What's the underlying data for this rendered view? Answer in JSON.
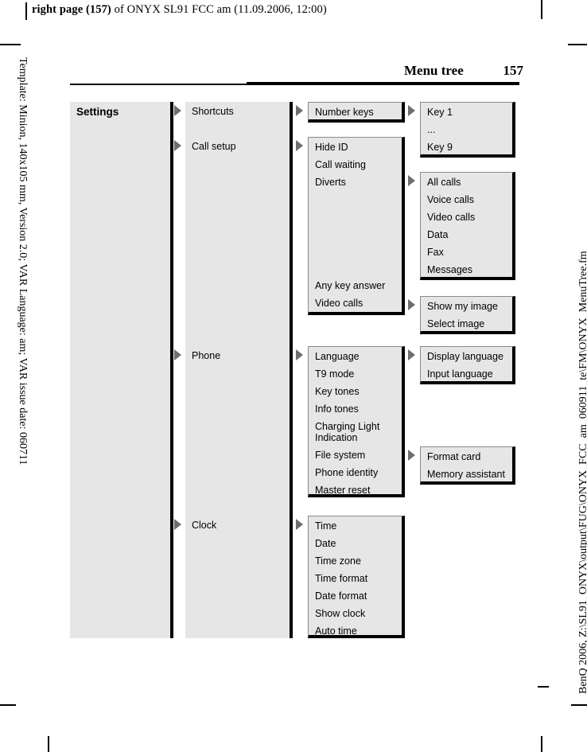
{
  "page": {
    "top_header_bold": "right page (157)",
    "top_header_rest": " of ONYX SL91 FCC am (11.09.2006, 12:00)",
    "left_margin_text": "Template: Minion, 140x105 mm, Version 2.0; VAR Language: am; VAR issue date: 060711",
    "right_margin_text": "BenQ 2006, Z:\\SL91_ONYX\\output\\FUG\\ONYX_FCC_am_060911_te\\FM\\ONYX_MenuTree.fm",
    "running_title": "Menu tree",
    "page_number": "157"
  },
  "colors": {
    "panel_fill": "#e6e6e6",
    "rule": "#000000",
    "arrow": "#6e6e6e",
    "box_light_edge": "#8a8a8a"
  },
  "tree": {
    "level1": {
      "label": "Settings"
    },
    "level2": [
      {
        "label": "Shortcuts"
      },
      {
        "label": "Call setup"
      },
      {
        "label": "Phone"
      },
      {
        "label": "Clock"
      }
    ],
    "level3": [
      {
        "id": "shortcuts-items",
        "items": [
          "Number keys"
        ]
      },
      {
        "id": "callsetup-items",
        "items": [
          "Hide ID",
          "Call waiting",
          "Diverts",
          "Any key answer",
          "Video calls"
        ]
      },
      {
        "id": "phone-items",
        "items": [
          "Language",
          "T9 mode",
          "Key tones",
          "Info tones",
          "Charging Light",
          "Indication",
          "File system",
          "Phone identity",
          "Master reset"
        ]
      },
      {
        "id": "clock-items",
        "items": [
          "Time",
          "Date",
          "Time zone",
          "Time format",
          "Date format",
          "Show clock",
          "Auto time"
        ]
      }
    ],
    "level4": [
      {
        "id": "numberkeys-items",
        "items": [
          "Key 1",
          "...",
          "Key 9"
        ]
      },
      {
        "id": "diverts-items",
        "items": [
          "All calls",
          "Voice calls",
          "Video calls",
          "Data",
          "Fax",
          "Messages"
        ]
      },
      {
        "id": "videocalls-items",
        "items": [
          "Show my image",
          "Select image"
        ]
      },
      {
        "id": "language-items",
        "items": [
          "Display language",
          "Input language"
        ]
      },
      {
        "id": "filesystem-items",
        "items": [
          "Format card",
          "Memory assistant"
        ]
      }
    ]
  }
}
